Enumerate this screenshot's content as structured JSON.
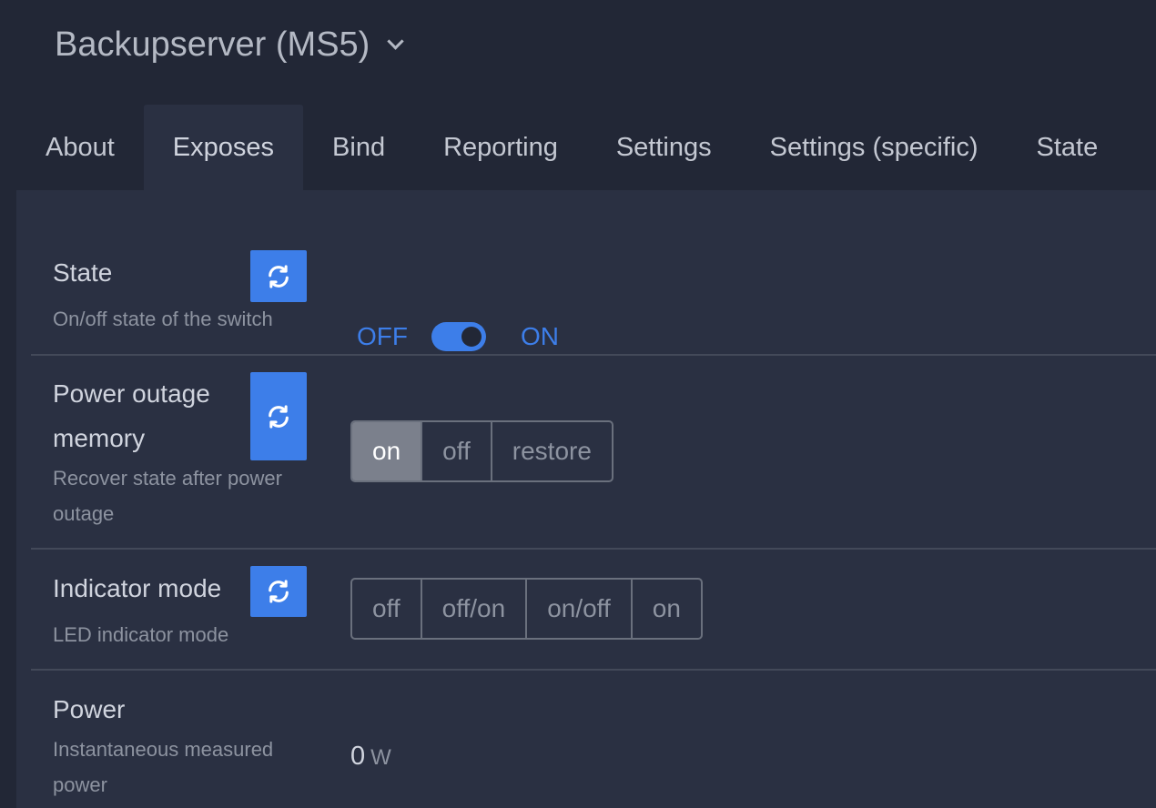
{
  "device": {
    "title": "Backupserver (MS5)"
  },
  "tabs": [
    {
      "label": "About",
      "active": false
    },
    {
      "label": "Exposes",
      "active": true
    },
    {
      "label": "Bind",
      "active": false
    },
    {
      "label": "Reporting",
      "active": false
    },
    {
      "label": "Settings",
      "active": false
    },
    {
      "label": "Settings (specific)",
      "active": false
    },
    {
      "label": "State",
      "active": false
    }
  ],
  "exposes": {
    "state": {
      "title": "State",
      "description": "On/off state of the switch",
      "off_label": "OFF",
      "on_label": "ON",
      "value": "ON"
    },
    "power_outage_memory": {
      "title_line1": "Power outage",
      "title_line2": "memory",
      "description_line1": "Recover state after power",
      "description_line2": "outage",
      "options": [
        "on",
        "off",
        "restore"
      ],
      "selected": "on"
    },
    "indicator_mode": {
      "title": "Indicator mode",
      "description": "LED indicator mode",
      "options": [
        "off",
        "off/on",
        "on/off",
        "on"
      ],
      "selected": null
    },
    "power": {
      "title": "Power",
      "description_line1": "Instantaneous measured",
      "description_line2": "power",
      "value": "0",
      "unit": "W"
    }
  },
  "icons": {
    "refresh": "refresh-icon",
    "dropdown": "chevron-down-icon"
  },
  "colors": {
    "accent": "#3d7ee9",
    "background": "#222736",
    "panel": "#2a3042",
    "selected_segment": "#7b808c"
  }
}
